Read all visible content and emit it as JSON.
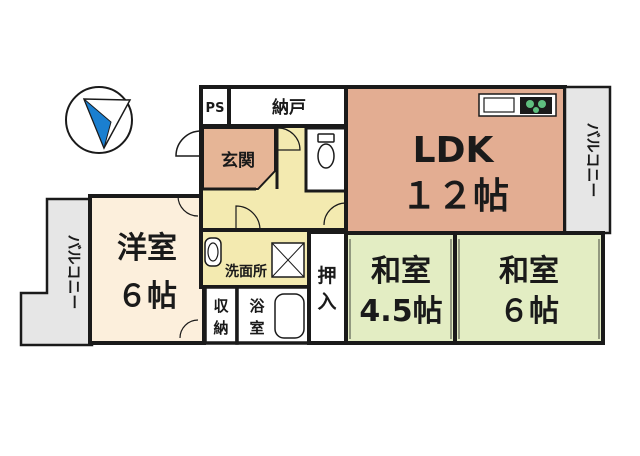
{
  "colors": {
    "ldk": "#e3ad92",
    "entrance": "#e6b596",
    "wet": "#f3eab0",
    "western": "#fcefdc",
    "tatami": "#e3edc3",
    "balcony": "#e6e6e6",
    "wall": "#1a1a1a",
    "compass_needle": "#1a7fd0"
  },
  "rooms": {
    "ldk": {
      "name": "LDK",
      "size": "１２帖"
    },
    "western": {
      "name": "洋室",
      "size": "６帖"
    },
    "japanese_small": {
      "name": "和室",
      "size": "4.5帖"
    },
    "japanese_large": {
      "name": "和室",
      "size": "６帖"
    },
    "entrance": "玄関",
    "storage": "納戸",
    "ps": "PS",
    "washroom": "洗面所",
    "closet_left": [
      "収",
      "納"
    ],
    "bath": [
      "浴",
      "室"
    ],
    "closet_mid": [
      "押",
      "入"
    ],
    "balcony_left": "バルコニー",
    "balcony_right": "バルコニー"
  },
  "icons": [
    "compass-icon",
    "stove-icon",
    "toilet-icon",
    "sink-icon",
    "bathtub-icon",
    "washer-pan-icon",
    "door-swing-icon"
  ]
}
